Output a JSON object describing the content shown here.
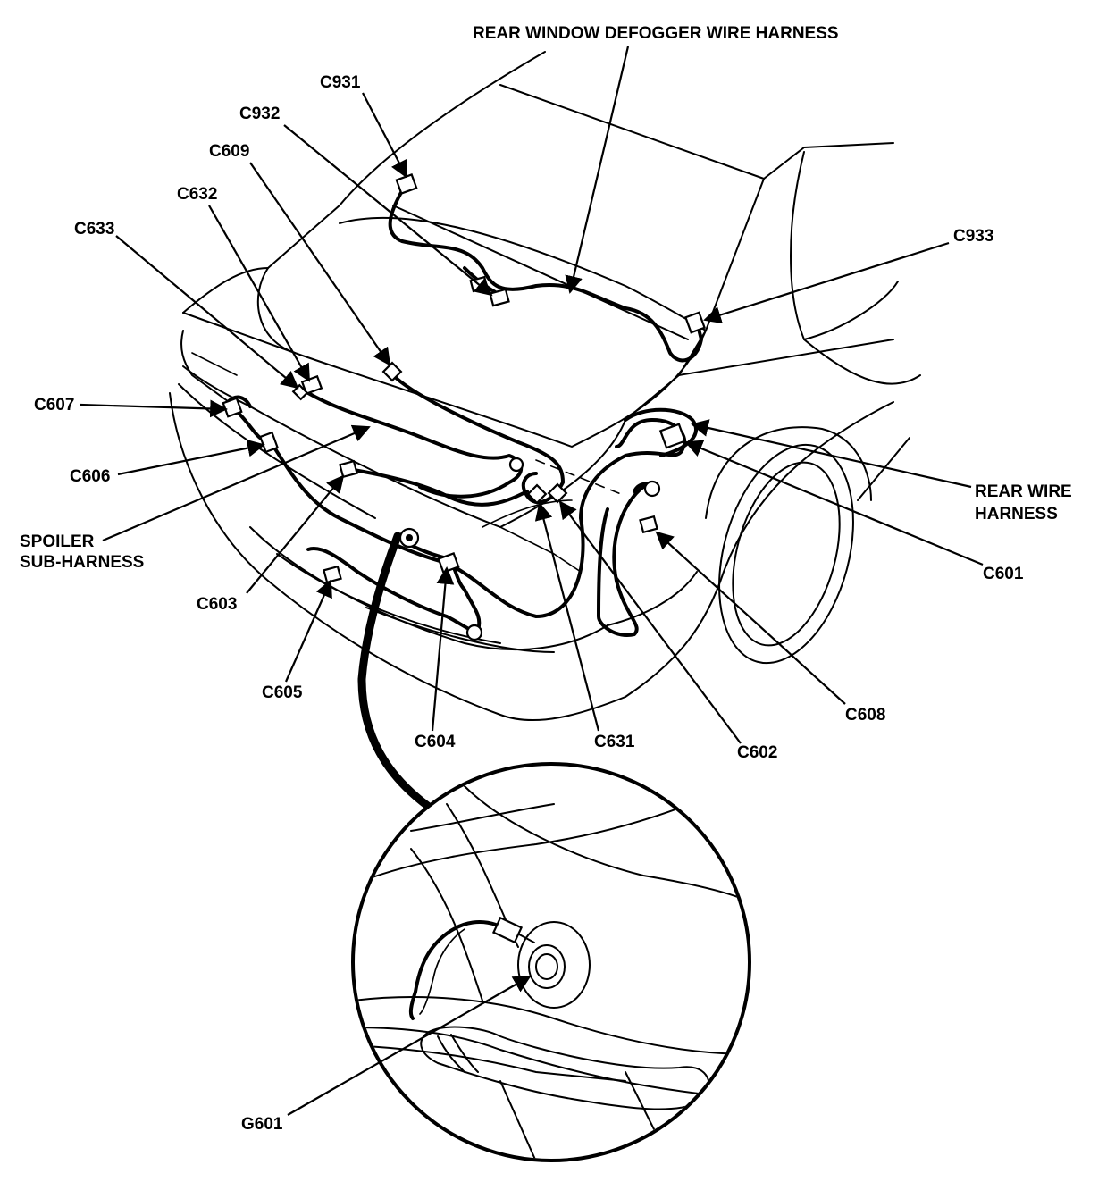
{
  "diagram": {
    "labels": {
      "defogger_harness": "REAR WINDOW DEFOGGER WIRE HARNESS",
      "c931": "C931",
      "c932": "C932",
      "c609": "C609",
      "c632": "C632",
      "c633": "C633",
      "c933": "C933",
      "c607": "C607",
      "c606": "C606",
      "spoiler_line1": "SPOILER",
      "spoiler_line2": "SUB-HARNESS",
      "c603": "C603",
      "c605": "C605",
      "c604": "C604",
      "c631": "C631",
      "c602": "C602",
      "c608": "C608",
      "rear_wire_line1": "REAR WIRE",
      "rear_wire_line2": "HARNESS",
      "c601": "C601",
      "g601": "G601"
    }
  }
}
